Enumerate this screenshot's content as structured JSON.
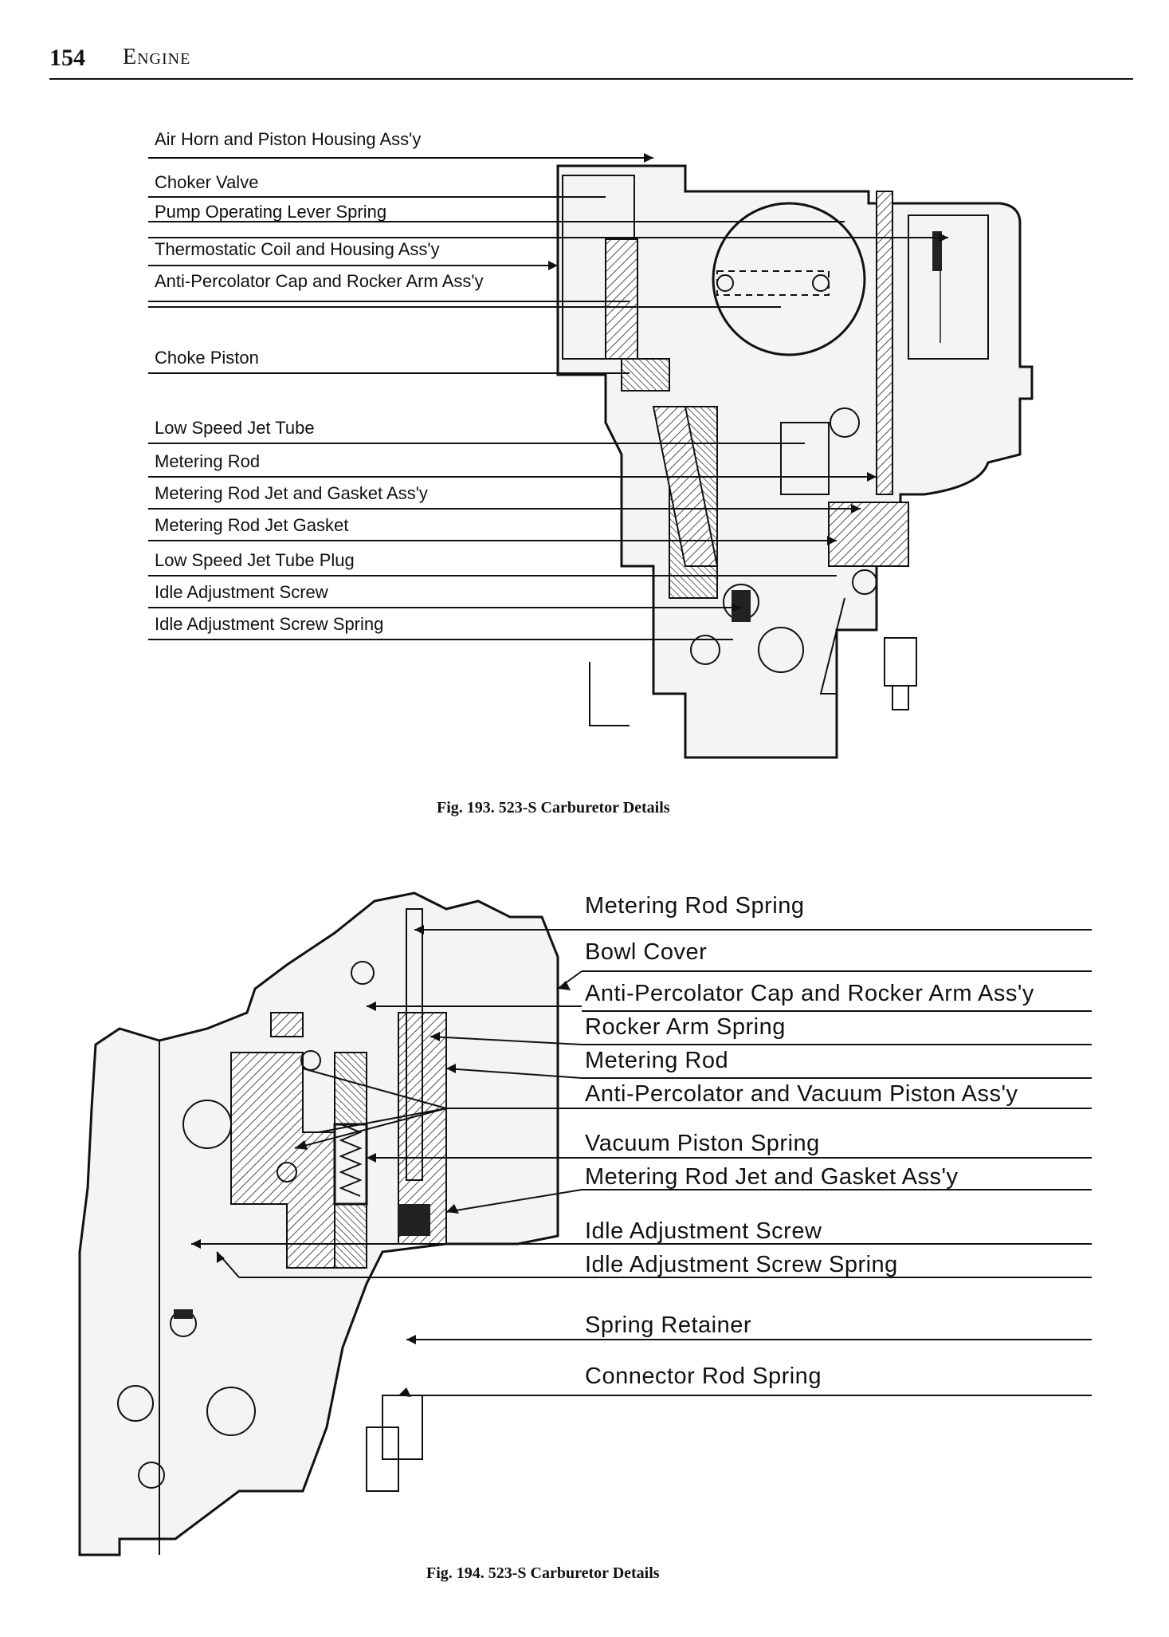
{
  "header": {
    "page_number": "154",
    "section": "Engine"
  },
  "fig193": {
    "caption": "Fig. 193.  523-S Carburetor Details",
    "labels": [
      "Air Horn and Piston Housing Ass'y",
      "Choker Valve",
      "Pump Operating Lever Spring",
      "Thermostatic Coil and Housing Ass'y",
      "Anti-Percolator Cap and Rocker Arm Ass'y",
      "Choke Piston",
      "Low Speed Jet Tube",
      "Metering Rod",
      "Metering Rod Jet and Gasket Ass'y",
      "Metering Rod Jet Gasket",
      "Low Speed Jet Tube Plug",
      "Idle Adjustment Screw",
      "Idle Adjustment Screw Spring"
    ]
  },
  "fig194": {
    "caption": "Fig. 194.  523-S Carburetor Details",
    "labels": [
      "Metering Rod Spring",
      "Bowl Cover",
      "Anti-Percolator Cap and Rocker Arm Ass'y",
      "Rocker Arm Spring",
      "Metering Rod",
      "Anti-Percolator and Vacuum Piston Ass'y",
      "Vacuum Piston Spring",
      "Metering Rod Jet and Gasket Ass'y",
      "Idle Adjustment Screw",
      "Idle Adjustment Screw Spring",
      "Spring Retainer",
      "Connector Rod Spring"
    ]
  }
}
